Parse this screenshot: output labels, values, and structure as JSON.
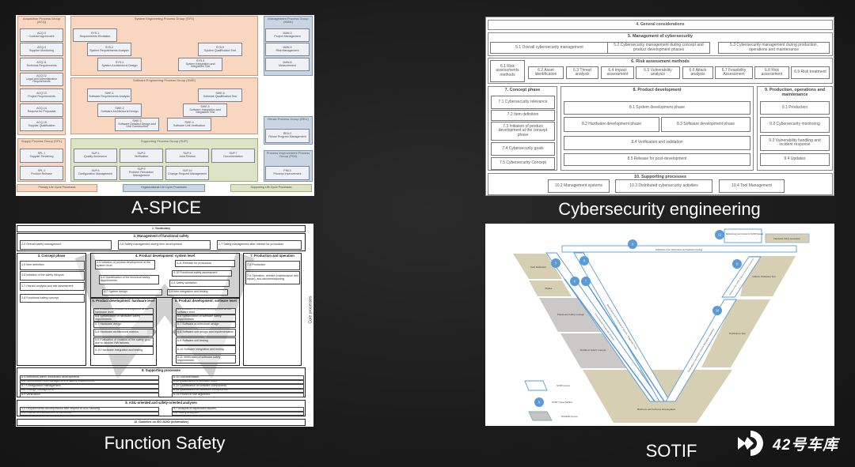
{
  "captions": {
    "aspice": "A-SPICE",
    "cyber": "Cybersecurity engineering",
    "fusa": "Function Safety",
    "sotif": "SOTIF"
  },
  "logo": {
    "text": "42号车库",
    "icon": "42-garage-logo-icon"
  },
  "colors": {
    "primary": "#f8d6c0",
    "organizational": "#c9d5e3",
    "supporting": "#dde4c6",
    "sotif_blue": "#5b9bd5",
    "iso26262_tan": "#d6cfb4"
  },
  "aspice": {
    "acq": {
      "title": "Acquisition Process Group (ACQ)",
      "items": [
        {
          "id": "ACQ.3",
          "name": "Contract Agreement"
        },
        {
          "id": "ACQ.4",
          "name": "Supplier Monitoring"
        },
        {
          "id": "ACQ.11",
          "name": "Technical Requirements"
        },
        {
          "id": "ACQ.12",
          "name": "Legal and Administrative Requirements"
        },
        {
          "id": "ACQ.13",
          "name": "Project Requirements"
        },
        {
          "id": "ACQ.14",
          "name": "Request for Proposals"
        },
        {
          "id": "ACQ.15",
          "name": "Supplier Qualification"
        }
      ]
    },
    "sys": {
      "title": "System Engineering Process Group (SYS)",
      "items": [
        {
          "id": "SYS.1",
          "name": "Requirements Elicitation"
        },
        {
          "id": "SYS.2",
          "name": "System Requirements Analysis"
        },
        {
          "id": "SYS.3",
          "name": "System Architectural Design"
        },
        {
          "id": "SYS.4",
          "name": "System Integration and Integration Test"
        },
        {
          "id": "SYS.5",
          "name": "System Qualification Test"
        }
      ]
    },
    "swe": {
      "title": "Software Engineering Process Group (SWE)",
      "items": [
        {
          "id": "SWE.1",
          "name": "Software Requirements Analysis"
        },
        {
          "id": "SWE.2",
          "name": "Software Architectural Design"
        },
        {
          "id": "SWE.3",
          "name": "Software Detailed Design and Unit Construction"
        },
        {
          "id": "SWE.4",
          "name": "Software Unit Verification"
        },
        {
          "id": "SWE.5",
          "name": "Software Integration and Integration Test"
        },
        {
          "id": "SWE.6",
          "name": "Software Qualification Test"
        }
      ]
    },
    "man": {
      "title": "Management Process Group (MAN)",
      "items": [
        {
          "id": "MAN.3",
          "name": "Project Management"
        },
        {
          "id": "MAN.5",
          "name": "Risk Management"
        },
        {
          "id": "MAN.6",
          "name": "Measurement"
        }
      ]
    },
    "reu": {
      "title": "Reuse Process Group (REU)",
      "items": [
        {
          "id": "REU.2",
          "name": "Reuse Program Management"
        }
      ]
    },
    "pim": {
      "title": "Process Improvement Process Group (PIM)",
      "items": [
        {
          "id": "PIM.3",
          "name": "Process Improvement"
        }
      ]
    },
    "spl": {
      "title": "Supply Process Group (SPL)",
      "items": [
        {
          "id": "SPL.1",
          "name": "Supplier Tendering"
        },
        {
          "id": "SPL.2",
          "name": "Product Release"
        }
      ]
    },
    "sup": {
      "title": "Supporting Process Group (SUP)",
      "items": [
        {
          "id": "SUP.1",
          "name": "Quality Assurance"
        },
        {
          "id": "SUP.2",
          "name": "Verification"
        },
        {
          "id": "SUP.4",
          "name": "Joint Review"
        },
        {
          "id": "SUP.7",
          "name": "Documentation"
        },
        {
          "id": "SUP.8",
          "name": "Configuration Management"
        },
        {
          "id": "SUP.9",
          "name": "Problem Resolution Management"
        },
        {
          "id": "SUP.10",
          "name": "Change Request Management"
        }
      ]
    },
    "legend": [
      "Primary Life Cycle Processes",
      "Organizational Life Cycle Processes",
      "Supporting Life Cycle Processes"
    ]
  },
  "cyber": {
    "c4": "4. General considerations",
    "c5": {
      "title": "5. Management of cybersecurity",
      "items": [
        "5.1 Overall cybersecurity management",
        "5.2 Cybersecurity management during concept and product development phases",
        "5.3 Cybersecurity management during production, operations and maintenance"
      ]
    },
    "c6": {
      "title": "6. Risk assessment methods",
      "items": [
        "6.1 Risk assessments methods",
        "6.2 Asset identification",
        "6.3 Threat analysis",
        "6.4 Impact assessment",
        "6.5 Vulnerability analysis",
        "6.6 Attack analysis",
        "6.7 Feasibility Assessment",
        "6.8 Risk assessment",
        "6.9 Risk treatment"
      ]
    },
    "c7": {
      "title": "7. Concept phase",
      "items": [
        "7.1 Cybersecurity relevance",
        "7.2 Item definition",
        "7.3 Initiation of product development at the concept phase",
        "7.4 Cybersecurity goals",
        "7.5 Cybersecurity Concept"
      ]
    },
    "c8": {
      "title": "8. Product development",
      "items": [
        "8.1 System development phase",
        "8.2 Hardware development phase",
        "8.3 Software development phase",
        "8.4 Verification and validation",
        "8.5 Release for post-development"
      ]
    },
    "c9": {
      "title": "9. Production, operations and maintenance",
      "items": [
        "9.1 Production",
        "9.2 Cybersecurity monitoring",
        "9.3 Vulnerability handling and incident response",
        "9.4 Updates"
      ]
    },
    "c10": {
      "title": "10. Supporting processes",
      "items": [
        "10.2 Management systems",
        "10.3 Distributed cybersecurity activities",
        "10.4 Tool Management"
      ]
    }
  },
  "fusa": {
    "p1": "1. Vocabulary",
    "p2": {
      "title": "2. Management of functional safety",
      "items": [
        "2-5 Overall safety management",
        "2-6 Safety management during item development",
        "2-7 Safety management after release for production"
      ]
    },
    "p3": {
      "title": "3. Concept phase",
      "items": [
        "3-5 Item definition",
        "3-6 Initiation of the safety lifecycle",
        "3-7 Hazard analysis and risk assessment",
        "3-8 Functional safety concept"
      ]
    },
    "p4": {
      "title": "4. Product development: system level",
      "items": [
        "4-5 Initiation of product development at the system level",
        "4-6 Specification of the technical safety requirements",
        "4-7 System design",
        "4-11 Release for production",
        "4-10 Functional safety assessment",
        "4-9 Safety validation",
        "4-8 Item integration and testing"
      ]
    },
    "p5": {
      "title": "5. Product development: hardware level",
      "items": [
        "5-5 Initiation of product development at the hardware level",
        "5-6 Specification of hardware safety requirements",
        "5-7 Hardware design",
        "5-8 Hardware architectural metrics",
        "5-9 Evaluation of violation of the safety goal due to random HW failures",
        "5-10 Hardware integration and testing"
      ]
    },
    "p6": {
      "title": "6. Product development: software level",
      "items": [
        "6-5 Initiation of product development at the software level",
        "6-6 Specification of software safety requirements",
        "6-7 Software architectural design",
        "6-8 Software unit design and implementation",
        "6-9 Software unit testing",
        "6-10 Software integration and testing",
        "6-11 Verification of software safety requirements"
      ]
    },
    "p7": {
      "title": "7. Production and operation",
      "items": [
        "7-5 Production",
        "7-6 Operation, service (maintenance and repair), and decommissioning"
      ]
    },
    "core": "Core processes",
    "p8": {
      "title": "8. Supporting processes",
      "left": [
        "8-5 Interfaces within distributed developments",
        "8-6 Specification and management of safety requirements",
        "8-7 Configuration management",
        "8-8 Change management",
        "8-9 Verification"
      ],
      "right": [
        "8-10 Documentation",
        "8-11 Qualification of software tools",
        "8-12 Qualification of software components",
        "8-13 Qualification of hardware components",
        "8-14 Proven in use argument"
      ]
    },
    "p9": {
      "title": "9. ASIL-oriented and safety-oriented analyses",
      "left": [
        "9-5 Requirements decomposition with respect to ASIL tailoring",
        "9-6 Criteria for coexistence of elements"
      ],
      "right": [
        "9-7 Analysis of dependent failures",
        "9-8 Safety analyses"
      ]
    },
    "p10": "10. Guideline on ISO 26262 (informative)"
  },
  "sotif": {
    "release": "Methodology and Criteria for SOTIF Release",
    "fsa": "Functional Safety Assessment",
    "strategy": "Definition of the Verification and Validation Strategy",
    "item_definition": "Item Definition",
    "hara": "HARA",
    "fsc": "Functional Safety Concept",
    "tsc": "Technical Safety Concept",
    "hw_sw": "Hardware and Software Development",
    "vehicle_validation": "Vehicle Validation Test",
    "verification_test": "Verification Test",
    "strip_left_a": "Functional and System Specification",
    "strip_left_b": "Identification and Evaluation of Hazards / Triggering Events",
    "strip_right_11": "Validation of the SOTIF (Unknown Hazardous Scenarios)",
    "strip_right_10": "Verification of the SOTIF (Known Hazardous Scenarios)",
    "clauses": {
      "c12": "12",
      "c9": "9",
      "c5": "5",
      "c8": "8",
      "c6": "6",
      "c7": "7",
      "c11": "11",
      "c10": "10",
      "legend": "X"
    },
    "legend": {
      "process": "SOTIF process",
      "clause": "SOTIF Clause Number",
      "iso": "ISO26262 process"
    }
  }
}
